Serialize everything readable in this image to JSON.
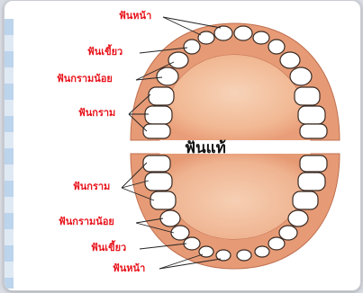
{
  "labels": {
    "upper_incisor": "ฟันหน้า",
    "upper_canine": "ฟันเขี้ยว",
    "upper_premolar": "ฟันกรามน้อย",
    "upper_molar": "ฟันกราม",
    "lower_molar": "ฟันกราม",
    "lower_premolar": "ฟันกรามน้อย",
    "lower_canine": "ฟันเขี้ยว",
    "lower_incisor": "ฟันหน้า"
  },
  "title": "ฟันแท้",
  "colors": {
    "label": "#e8141c",
    "gum": "#e89a78",
    "palate": "#f4c6a6",
    "tooth": "#ffffff",
    "outline": "#3a2a22"
  }
}
